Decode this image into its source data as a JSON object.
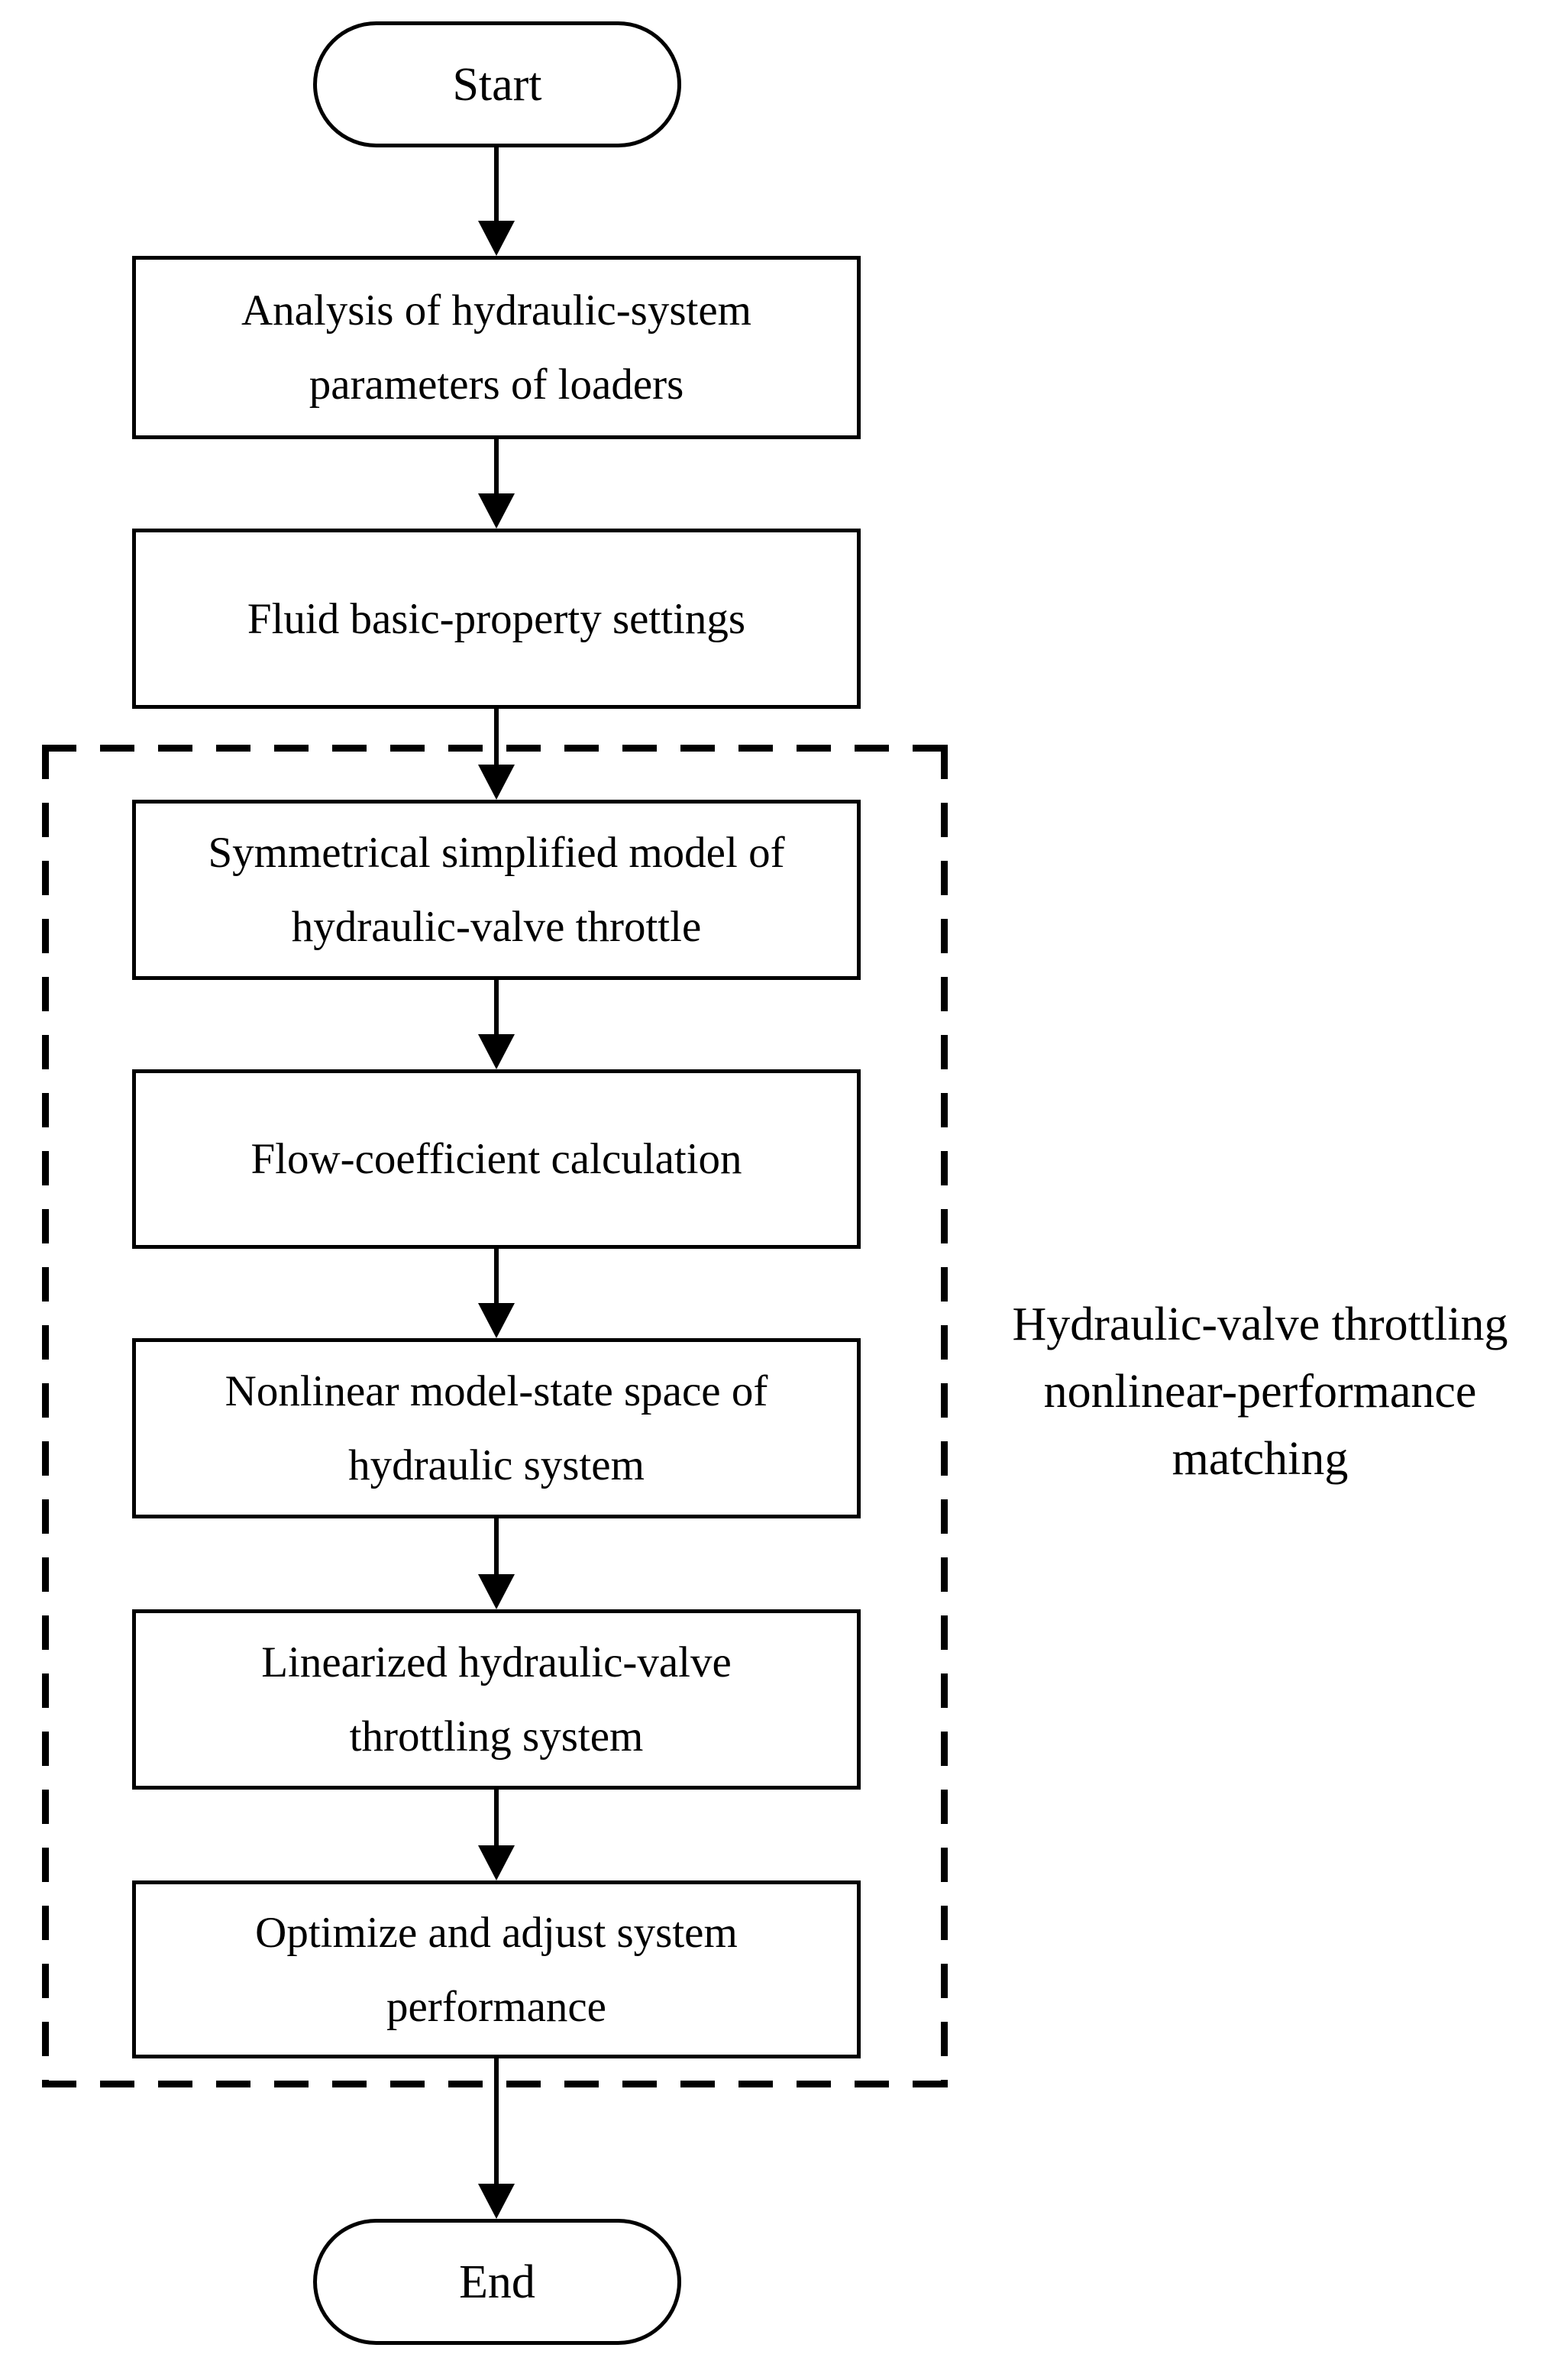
{
  "diagram": {
    "type": "flowchart",
    "colors": {
      "stroke": "#000000",
      "background": "#ffffff"
    },
    "nodes": [
      {
        "id": "start",
        "type": "terminator",
        "label": "Start",
        "lines": [
          "Start"
        ]
      },
      {
        "id": "analysis",
        "type": "process",
        "label": "Analysis of hydraulic-system parameters of loaders",
        "lines": [
          "Analysis of hydraulic-system",
          "parameters of loaders"
        ]
      },
      {
        "id": "fluid",
        "type": "process",
        "label": "Fluid basic-property settings",
        "lines": [
          "Fluid basic-property settings"
        ]
      },
      {
        "id": "symmetrical",
        "type": "process",
        "label": "Symmetrical simplified model of hydraulic-valve throttle",
        "lines": [
          "Symmetrical simplified model of",
          "hydraulic-valve throttle"
        ]
      },
      {
        "id": "flow",
        "type": "process",
        "label": "Flow-coefficient calculation",
        "lines": [
          "Flow-coefficient calculation"
        ]
      },
      {
        "id": "nonlinear",
        "type": "process",
        "label": "Nonlinear model-state space of hydraulic system",
        "lines": [
          "Nonlinear model-state space of",
          "hydraulic system"
        ]
      },
      {
        "id": "linearized",
        "type": "process",
        "label": "Linearized hydraulic-valve throttling system",
        "lines": [
          "Linearized hydraulic-valve",
          "throttling system"
        ]
      },
      {
        "id": "optimize",
        "type": "process",
        "label": "Optimize and adjust system performance",
        "lines": [
          "Optimize and adjust system",
          "performance"
        ]
      },
      {
        "id": "end",
        "type": "terminator",
        "label": "End",
        "lines": [
          "End"
        ]
      }
    ],
    "edges": [
      {
        "from": "start",
        "to": "analysis"
      },
      {
        "from": "analysis",
        "to": "fluid"
      },
      {
        "from": "fluid",
        "to": "symmetrical"
      },
      {
        "from": "symmetrical",
        "to": "flow"
      },
      {
        "from": "flow",
        "to": "nonlinear"
      },
      {
        "from": "nonlinear",
        "to": "linearized"
      },
      {
        "from": "linearized",
        "to": "optimize"
      },
      {
        "from": "optimize",
        "to": "end"
      }
    ],
    "group": {
      "label": "Hydraulic-valve throttling nonlinear-performance matching",
      "label_lines": [
        "Hydraulic-valve throttling",
        "nonlinear-performance",
        "matching"
      ],
      "border_style": "dashed",
      "contains": [
        "symmetrical",
        "flow",
        "nonlinear",
        "linearized",
        "optimize"
      ]
    }
  }
}
